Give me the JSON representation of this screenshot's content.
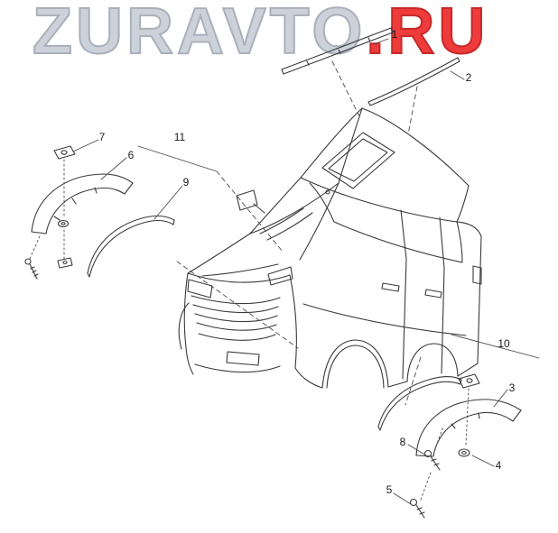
{
  "watermark": {
    "main": "ZURAVTO",
    "suffix": ".RU",
    "main_color": "#cdd2da",
    "suffix_color": "#ef3b3b"
  },
  "diagram": {
    "line_color": "#3a3a3a",
    "background": "#ffffff"
  },
  "callouts": [
    {
      "id": "1"
    },
    {
      "id": "2"
    },
    {
      "id": "3"
    },
    {
      "id": "4"
    },
    {
      "id": "5"
    },
    {
      "id": "6"
    },
    {
      "id": "7"
    },
    {
      "id": "8"
    },
    {
      "id": "9"
    },
    {
      "id": "10"
    },
    {
      "id": "11"
    }
  ]
}
